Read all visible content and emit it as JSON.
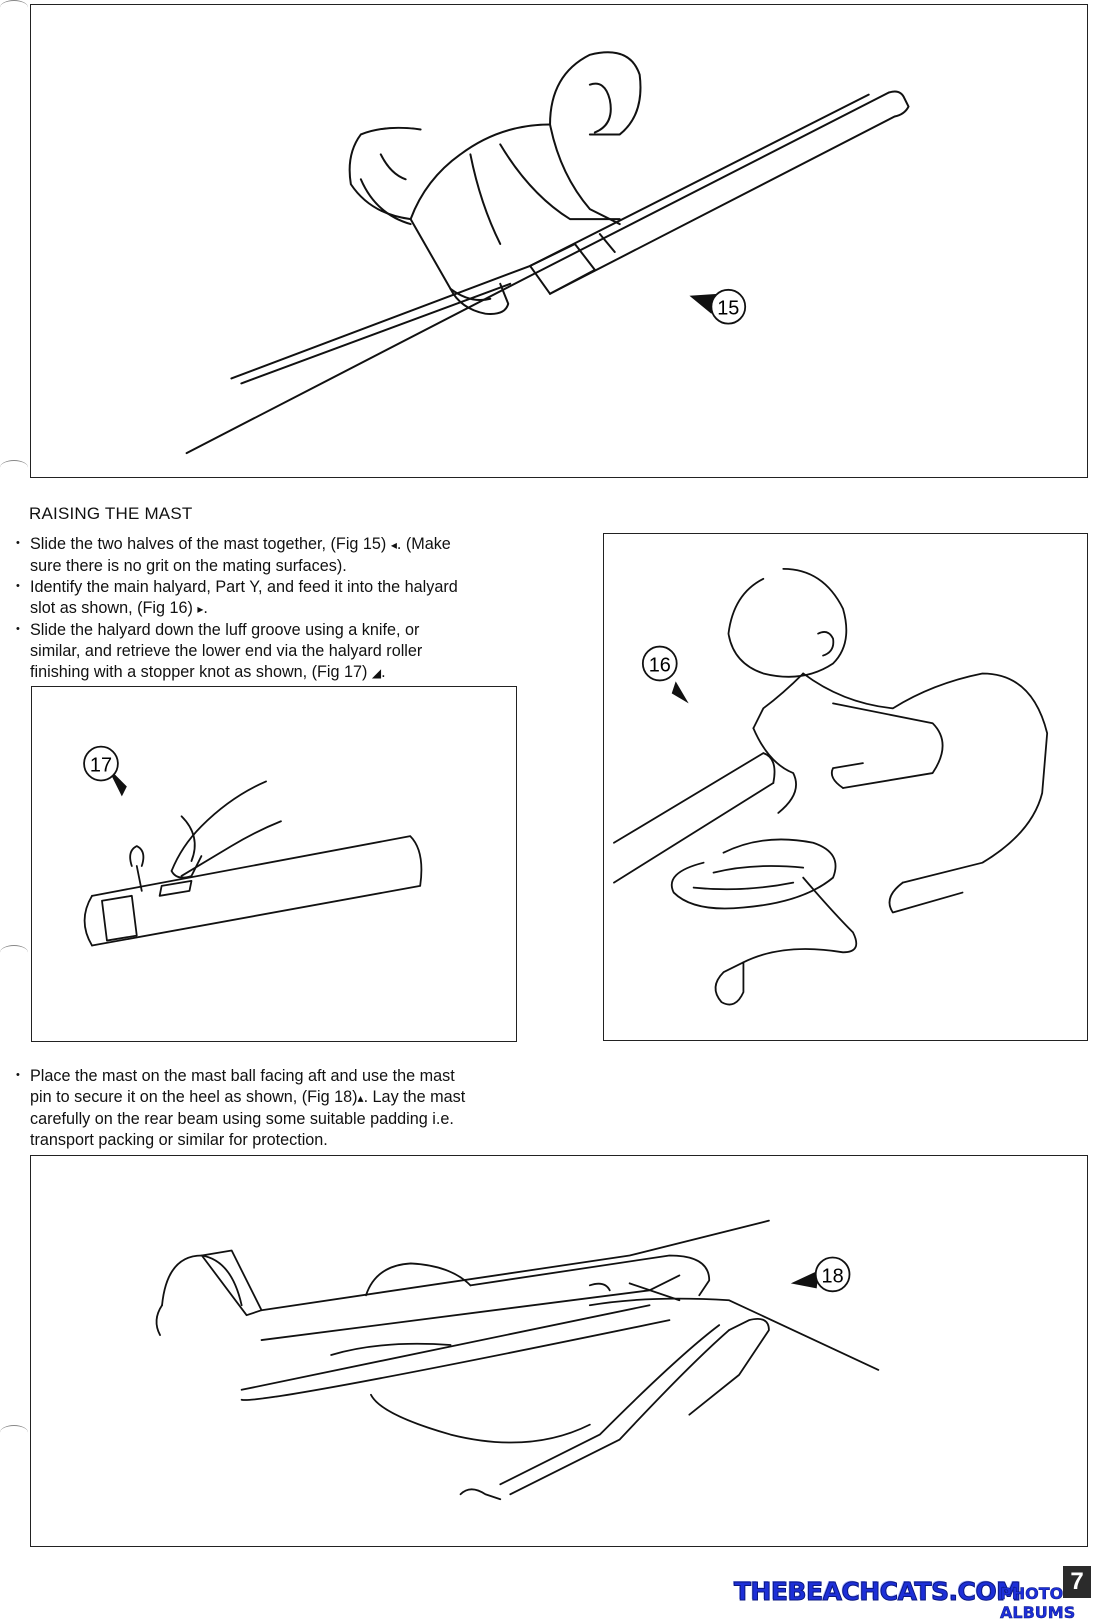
{
  "section": {
    "heading": "RAISING THE MAST",
    "bullets": [
      {
        "line1": "Slide the two halves of the mast together, (Fig 15) ",
        "sym": "◂",
        "line1b": ". (Make",
        "line2": "sure there is no grit on the mating surfaces)."
      },
      {
        "line1": "Identify the main halyard, Part Y, and feed it into the halyard",
        "line2": "slot as shown, (Fig 16) ",
        "sym": "▸",
        "line2b": "."
      },
      {
        "line1": "Slide the halyard down the luff groove using a knife, or",
        "line2": "similar, and retrieve the lower end via the halyard roller",
        "line3": "finishing with a stopper knot as shown, (Fig 17) ",
        "sym": "◢",
        "line3b": "."
      }
    ],
    "bullet4": {
      "line1": "Place the mast on the mast ball facing aft and use the mast",
      "line2a": "pin to secure it on the heel as shown, (Fig 18)",
      "sym": "▴",
      "line2b": ". Lay the mast",
      "line3": "carefully on the rear beam using some suitable padding i.e.",
      "line4": "transport packing or similar for protection."
    }
  },
  "figures": {
    "fig15": {
      "label": "15",
      "subject": "man joining two mast halves"
    },
    "fig16": {
      "label": "16",
      "subject": "man feeding halyard into slot"
    },
    "fig17": {
      "label": "17",
      "subject": "stopper knot at halyard roller"
    },
    "fig18": {
      "label": "18",
      "subject": "mast laid on rear beam"
    }
  },
  "footer": {
    "brand": "THEBEACHCATS.COM",
    "sub": "PHOTO ALBUMS",
    "page_number": "7"
  },
  "colors": {
    "ink": "#111111",
    "brand_blue": "#1d2fd8",
    "page_badge": "#2b2b2b"
  }
}
